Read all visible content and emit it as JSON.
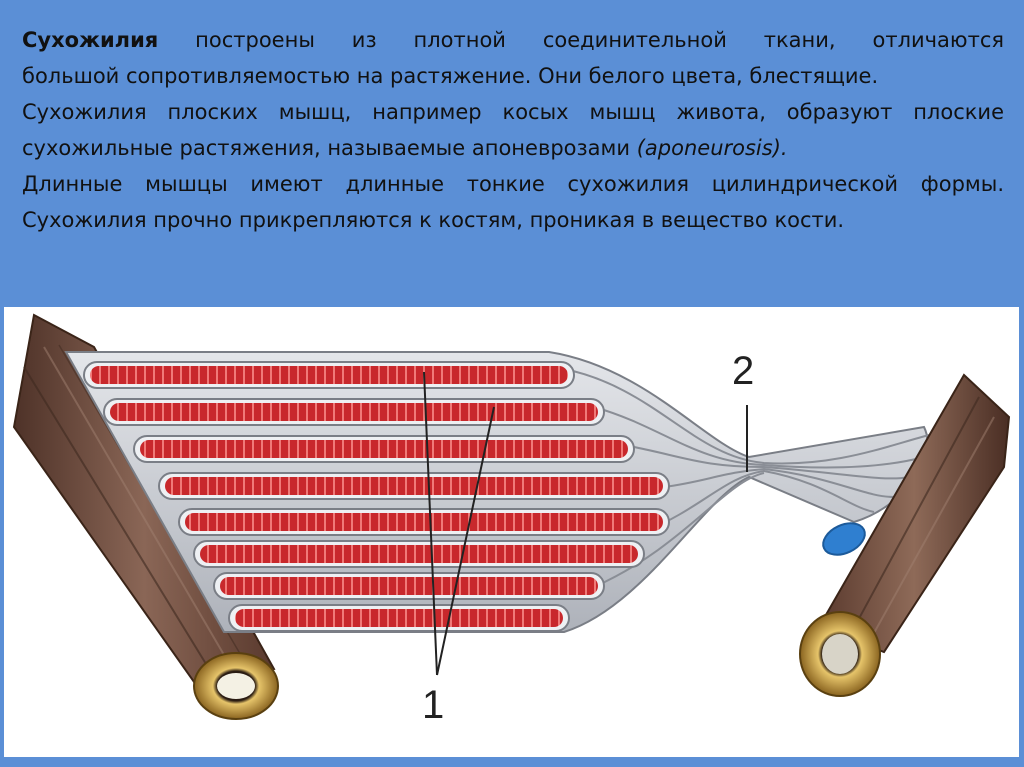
{
  "paragraph1": {
    "term": "Сухожилия",
    "line1_rest": " построены из плотной соединительной ткани, отличаются",
    "line2": "большой сопротивляемостью на растяжение. Они белого цвета, блестящие."
  },
  "paragraph2": {
    "line1": "Сухожилия плоских мышц, например косых мышц живота, образуют плоские",
    "line2_pre": "сухожильные растяжения, называемые апоневрозами ",
    "line2_italic": "(aponeurosis)."
  },
  "paragraph3": {
    "line1": "Длинные мышцы имеют длинные тонкие сухожилия цилиндрической формы.",
    "line2": "Сухожилия прочно прикрепляются к костям, проникая в вещество кости."
  },
  "figure": {
    "label_muscle": "1",
    "label_tendon": "2"
  },
  "colors": {
    "background": "#5b8fd6",
    "muscle_red": "#c8282c",
    "tendon_gray": "#c9ccd2",
    "bone_brown": "#6e4a3a",
    "bone_ring": "#c8a24a"
  }
}
